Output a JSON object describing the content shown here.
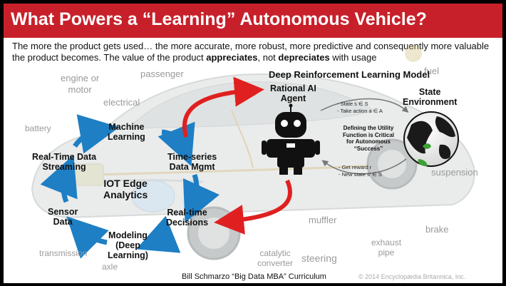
{
  "title": "What Powers a “Learning” Autonomous Vehicle?",
  "subtitle": {
    "part1": "The more the product gets used… the more accurate, more robust, more predictive and consequently more valuable the product becomes.  The value of the product ",
    "bold1": "appreciates",
    "part2": ", not ",
    "bold2": "depreciates",
    "part3": " with usage"
  },
  "cycle": {
    "machine_learning": "Machine\nLearning",
    "time_series": "Time-series\nData Mgmt",
    "real_time_decisions": "Real-time\nDecisions",
    "modeling": "Modeling\n(Deep\nLearning)",
    "sensor_data": "Sensor\nData",
    "real_time_streaming": "Real-Time Data\nStreaming",
    "center": "IOT Edge\nAnalytics"
  },
  "rl_model": {
    "heading": "Deep Reinforcement Learning Model",
    "agent": "Rational AI\nAgent",
    "environment": "State\nEnvironment",
    "state_line": "- State s ∈ S",
    "action_line": "- Take action a ∈ A",
    "reward_line": "- Get reward r",
    "new_state_line": "- New state s' ∈ S",
    "center_note": "Defining the Utility\nFunction is Critical\nfor Autonomous\n“Success”"
  },
  "car_parts": {
    "engine": "engine or\nmotor",
    "passenger": "passenger",
    "fuel": "fuel",
    "electrical": "electrical",
    "battery": "battery",
    "suspension": "suspension",
    "muffler": "muffler",
    "brake": "brake",
    "exhaust": "exhaust\npipe",
    "steering": "steering",
    "catalytic": "catalytic\nconverter",
    "transmission": "transmission",
    "axle": "axle"
  },
  "footer": "Bill Schmarzo “Big Data MBA” Curriculum",
  "copyright": "© 2014 Encyclopædia Britannica, Inc.",
  "colors": {
    "title_bg": "#c8202a",
    "cycle_arrow": "#1e7fc4",
    "rl_arrow": "#e02020",
    "robot": "#111111"
  }
}
